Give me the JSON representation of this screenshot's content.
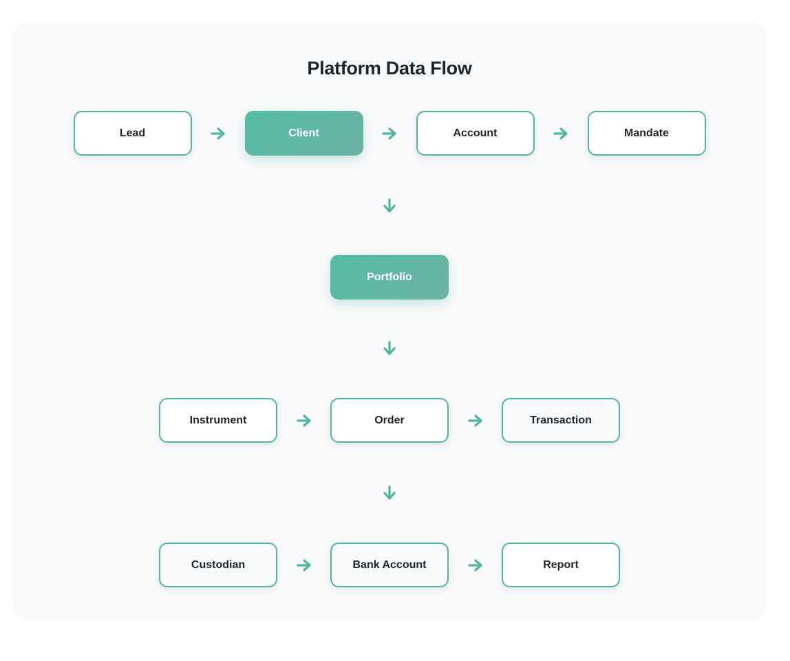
{
  "title": "Platform Data Flow",
  "colors": {
    "accent": "#4fb5a1",
    "filled_gradient_start": "#54bca3",
    "filled_gradient_end": "#6cb2a5",
    "card_background": "#f8f9fb",
    "page_background": "#ffffff",
    "node_text": "#1e2428",
    "filled_node_text": "#ffffff",
    "outline_node_background": "#ffffff",
    "tinted_node_background": "#f8fafb"
  },
  "icons": {
    "right_arrow": "right-arrow-icon",
    "down_arrow": "down-arrow-icon"
  },
  "rows": [
    {
      "name": "flow-row-1",
      "nodes": [
        {
          "label": "Lead",
          "variant": "outline"
        },
        {
          "label": "Client",
          "variant": "filled"
        },
        {
          "label": "Account",
          "variant": "outline"
        },
        {
          "label": "Mandate",
          "variant": "outline"
        }
      ]
    },
    {
      "name": "flow-row-2",
      "nodes": [
        {
          "label": "Portfolio",
          "variant": "filled"
        }
      ]
    },
    {
      "name": "flow-row-3",
      "nodes": [
        {
          "label": "Instrument",
          "variant": "outline"
        },
        {
          "label": "Order",
          "variant": "outline"
        },
        {
          "label": "Transaction",
          "variant": "outline-tinted"
        }
      ]
    },
    {
      "name": "flow-row-4",
      "nodes": [
        {
          "label": "Custodian",
          "variant": "outline-tinted"
        },
        {
          "label": "Bank Account",
          "variant": "outline-tinted"
        },
        {
          "label": "Report",
          "variant": "outline"
        }
      ]
    }
  ]
}
